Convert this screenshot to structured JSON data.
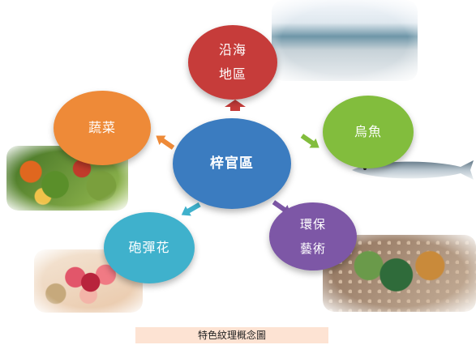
{
  "diagram": {
    "center": {
      "label": "梓官區",
      "color": "#3b7cc0"
    },
    "nodes": [
      {
        "id": "coast",
        "lines": [
          "沿海",
          "地區"
        ],
        "color": "#c63c3a"
      },
      {
        "id": "mullet",
        "lines": [
          "烏魚"
        ],
        "color": "#82bd3d"
      },
      {
        "id": "craft",
        "lines": [
          "環保",
          "藝術"
        ],
        "color": "#7d57a6"
      },
      {
        "id": "flower",
        "lines": [
          "砲彈花"
        ],
        "color": "#3fb1cc"
      },
      {
        "id": "veg",
        "lines": [
          "蔬菜"
        ],
        "color": "#ee8a38"
      }
    ],
    "caption": "特色紋理概念圖",
    "caption_bg": "#fde3d3",
    "photos": [
      "fishing-photo",
      "vegetables-photo",
      "cannonball-flower-photo",
      "mosaic-art-photo",
      "mullet-fish-photo"
    ]
  }
}
